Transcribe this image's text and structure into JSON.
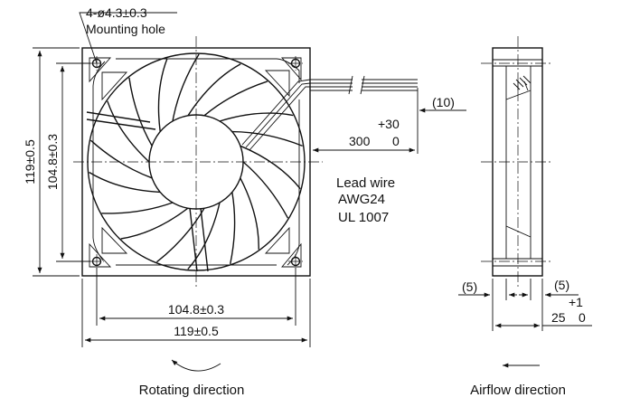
{
  "front_view": {
    "mounting_hole_spec": "4-ø4.3±0.3",
    "mounting_hole_label": "Mounting hole",
    "height_outer": "119±0.5",
    "height_pitch": "104.8±0.3",
    "width_pitch": "104.8±0.3",
    "width_outer": "119±0.5",
    "rotating_direction_label": "Rotating direction"
  },
  "lead_wire": {
    "tip_length": "(10)",
    "tolerance_upper": "+30",
    "length": "300",
    "tolerance_lower": "0",
    "title": "Lead wire",
    "gauge": "AWG24",
    "standard": "UL 1007"
  },
  "side_view": {
    "left_flange": "(5)",
    "right_flange": "(5)",
    "tolerance_upper": "+1",
    "depth": "25",
    "tolerance_lower": "0",
    "airflow_direction_label": "Airflow direction"
  }
}
